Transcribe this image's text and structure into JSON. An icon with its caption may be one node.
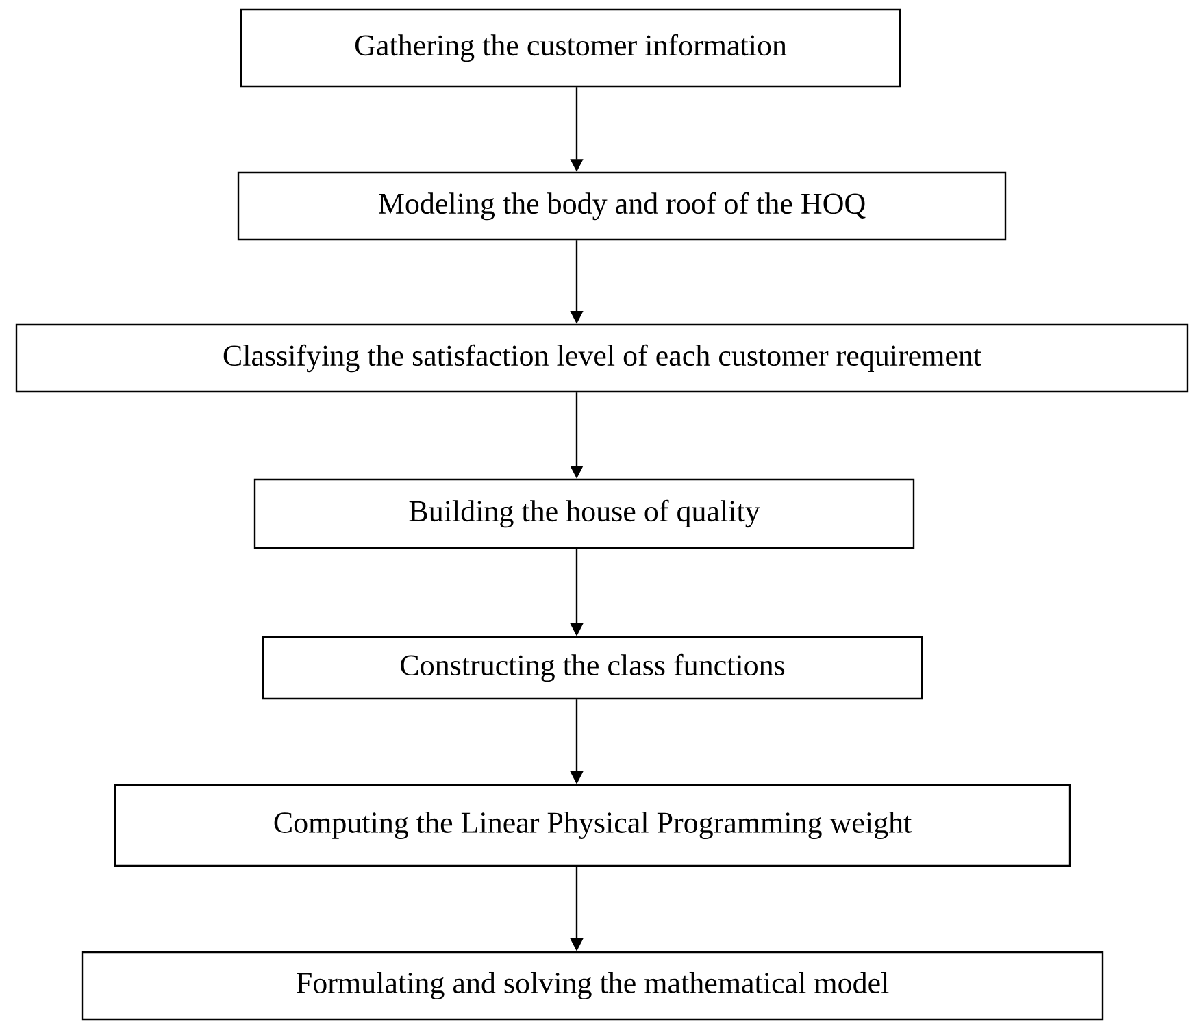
{
  "diagram": {
    "nodes": [
      {
        "text": [
          "Gathering the customer information"
        ]
      },
      {
        "text": [
          "Modeling the body and roof of the HOQ"
        ]
      },
      {
        "text": [
          "Classifying the satisfaction level of each customer requirement"
        ]
      },
      {
        "text": [
          "Building the house of quality"
        ]
      },
      {
        "text": [
          "Constructing the class functions"
        ]
      },
      {
        "text": [
          "Computing the Linear Physical Programming weight"
        ]
      },
      {
        "text": [
          "Formulating and solving the mathematical model"
        ]
      }
    ],
    "edges": [
      {
        "from": 0,
        "to": 1,
        "arrow": "to"
      },
      {
        "from": 1,
        "to": 2,
        "arrow": "to"
      },
      {
        "from": 2,
        "to": 3,
        "arrow": "to"
      },
      {
        "from": 3,
        "to": 4,
        "arrow": "to"
      },
      {
        "from": 4,
        "to": 5,
        "arrow": "to"
      },
      {
        "from": 5,
        "to": 6,
        "arrow": "to"
      }
    ]
  }
}
